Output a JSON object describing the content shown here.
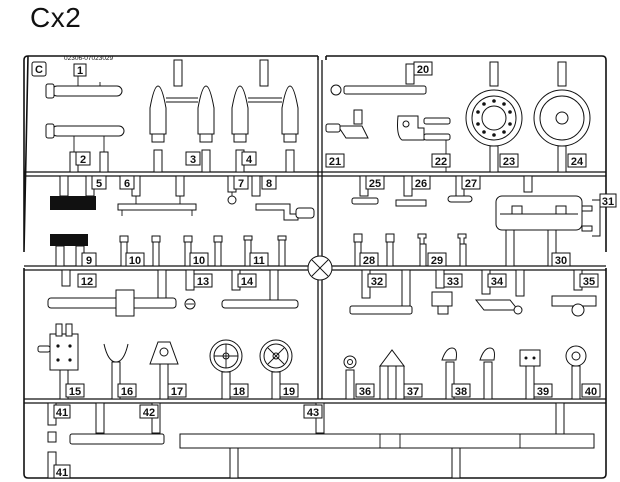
{
  "title": "Cx2",
  "sprue_letter": "C",
  "sprue_code": "02306-07023029",
  "part_numbers": [
    "1",
    "2",
    "3",
    "4",
    "5",
    "6",
    "7",
    "8",
    "9",
    "10",
    "10",
    "11",
    "12",
    "13",
    "14",
    "15",
    "16",
    "17",
    "18",
    "19",
    "20",
    "21",
    "22",
    "23",
    "24",
    "25",
    "26",
    "27",
    "28",
    "29",
    "30",
    "31",
    "32",
    "33",
    "34",
    "35",
    "36",
    "37",
    "38",
    "39",
    "40",
    "41",
    "41",
    "42",
    "43"
  ]
}
